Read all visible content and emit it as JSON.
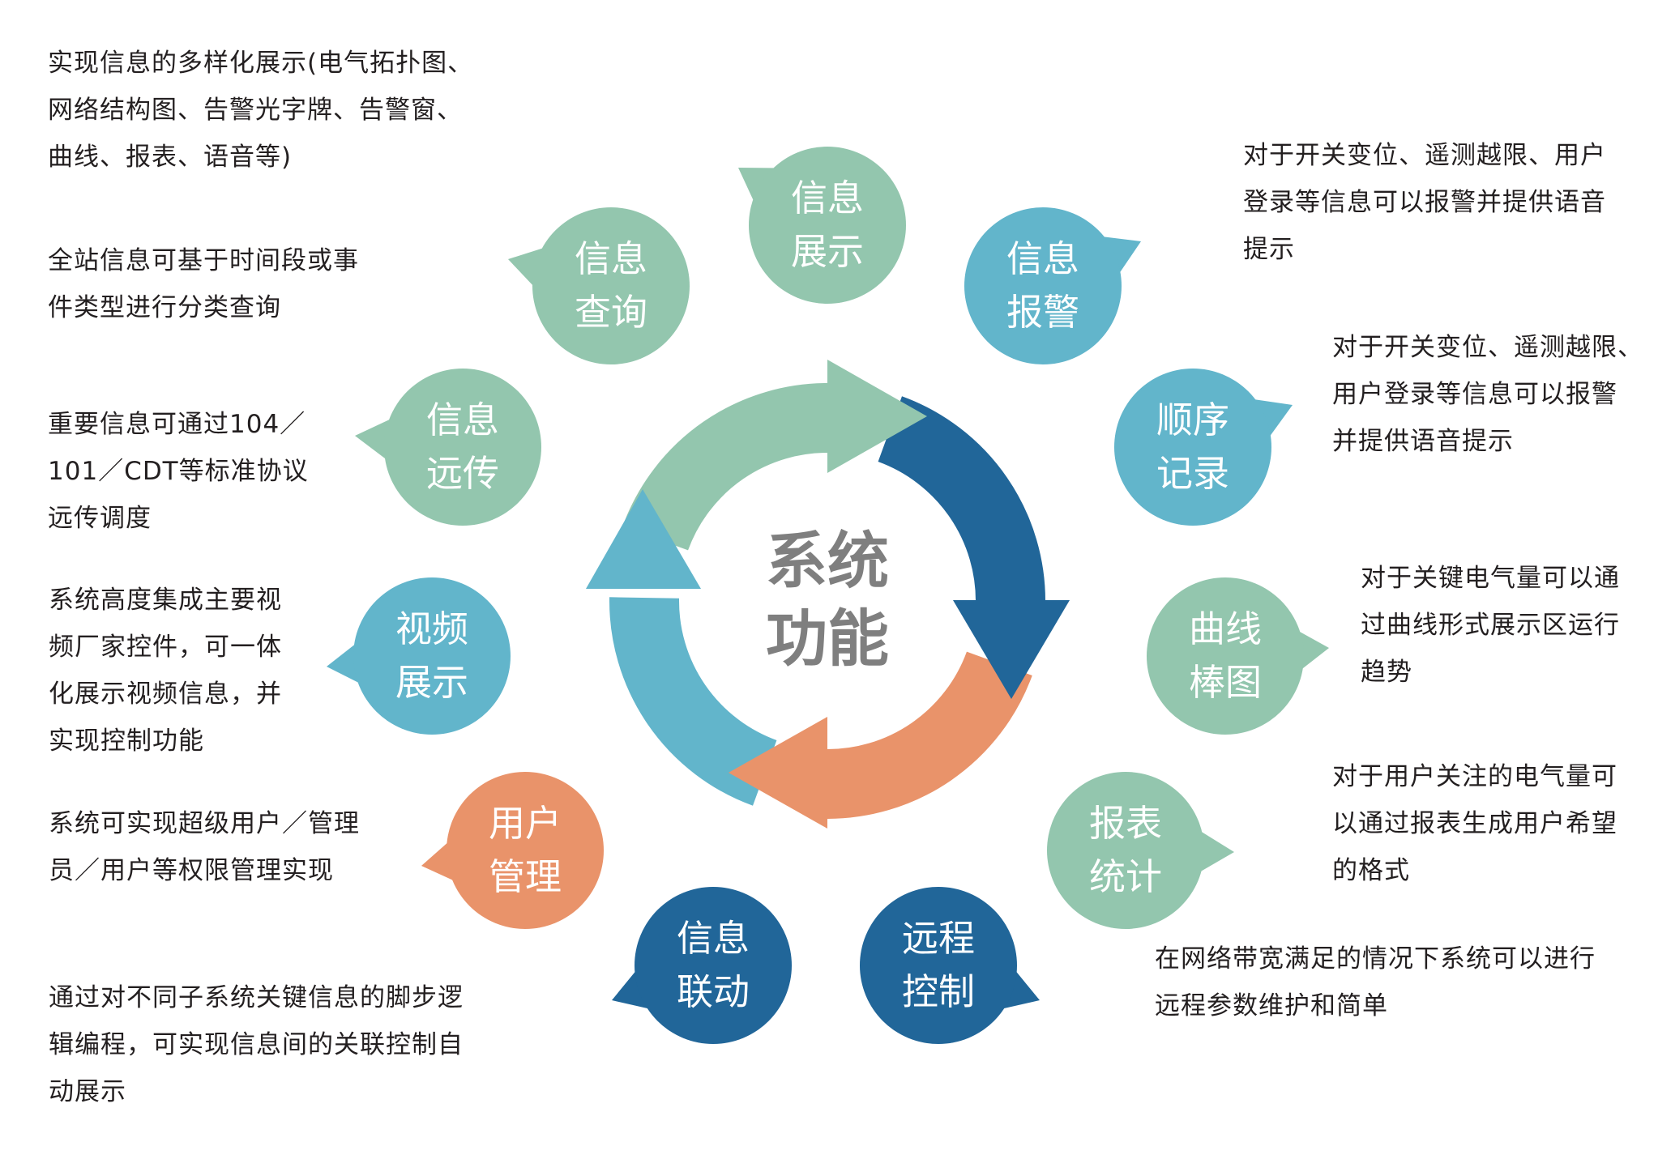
{
  "center_title": [
    "系统",
    "功能"
  ],
  "colors": {
    "green": "#93c6ae",
    "light_blue": "#62b5cb",
    "dark_blue": "#216699",
    "orange": "#e9936a",
    "text": "#231f20",
    "center_text": "#7f7f7f"
  },
  "cycle_arrows": [
    "green",
    "dark_blue",
    "orange",
    "light_blue"
  ],
  "bubbles": [
    {
      "id": "info-display",
      "lines": [
        "信息",
        "展示"
      ],
      "color": "green"
    },
    {
      "id": "info-query",
      "lines": [
        "信息",
        "查询"
      ],
      "color": "green"
    },
    {
      "id": "info-alarm",
      "lines": [
        "信息",
        "报警"
      ],
      "color": "light_blue"
    },
    {
      "id": "info-remote",
      "lines": [
        "信息",
        "远传"
      ],
      "color": "green"
    },
    {
      "id": "sequence-record",
      "lines": [
        "顺序",
        "记录"
      ],
      "color": "light_blue"
    },
    {
      "id": "video-display",
      "lines": [
        "视频",
        "展示"
      ],
      "color": "light_blue"
    },
    {
      "id": "curve-chart",
      "lines": [
        "曲线",
        "棒图"
      ],
      "color": "green"
    },
    {
      "id": "user-management",
      "lines": [
        "用户",
        "管理"
      ],
      "color": "orange"
    },
    {
      "id": "report-stats",
      "lines": [
        "报表",
        "统计"
      ],
      "color": "green"
    },
    {
      "id": "info-linkage",
      "lines": [
        "信息",
        "联动"
      ],
      "color": "dark_blue"
    },
    {
      "id": "remote-control",
      "lines": [
        "远程",
        "控制"
      ],
      "color": "dark_blue"
    }
  ],
  "descriptions": [
    {
      "id": "info-display",
      "lines": [
        "实现信息的多样化展示(电气拓扑图、",
        "网络结构图、告警光字牌、告警窗、",
        "曲线、报表、语音等)"
      ]
    },
    {
      "id": "info-query",
      "lines": [
        "全站信息可基于时间段或事",
        "件类型进行分类查询"
      ]
    },
    {
      "id": "info-remote",
      "lines": [
        "重要信息可通过104／",
        "101／CDT等标准协议",
        "远传调度"
      ]
    },
    {
      "id": "video-display",
      "lines": [
        "系统高度集成主要视",
        "频厂家控件，可一体",
        "化展示视频信息，并",
        "实现控制功能"
      ]
    },
    {
      "id": "user-management",
      "lines": [
        "系统可实现超级用户／管理",
        "员／用户等权限管理实现"
      ]
    },
    {
      "id": "info-linkage",
      "lines": [
        "通过对不同子系统关键信息的脚步逻",
        "辑编程，可实现信息间的关联控制自",
        "动展示"
      ]
    },
    {
      "id": "info-alarm",
      "lines": [
        "对于开关变位、遥测越限、用户",
        "登录等信息可以报警并提供语音",
        "提示"
      ]
    },
    {
      "id": "sequence-record",
      "lines": [
        "对于开关变位、遥测越限、",
        "用户登录等信息可以报警",
        "并提供语音提示"
      ]
    },
    {
      "id": "curve-chart",
      "lines": [
        "对于关键电气量可以通",
        "过曲线形式展示区运行",
        "趋势"
      ]
    },
    {
      "id": "report-stats",
      "lines": [
        "对于用户关注的电气量可",
        "以通过报表生成用户希望",
        "的格式"
      ]
    },
    {
      "id": "remote-control",
      "lines": [
        "在网络带宽满足的情况下系统可以进行",
        "远程参数维护和简单"
      ]
    }
  ]
}
